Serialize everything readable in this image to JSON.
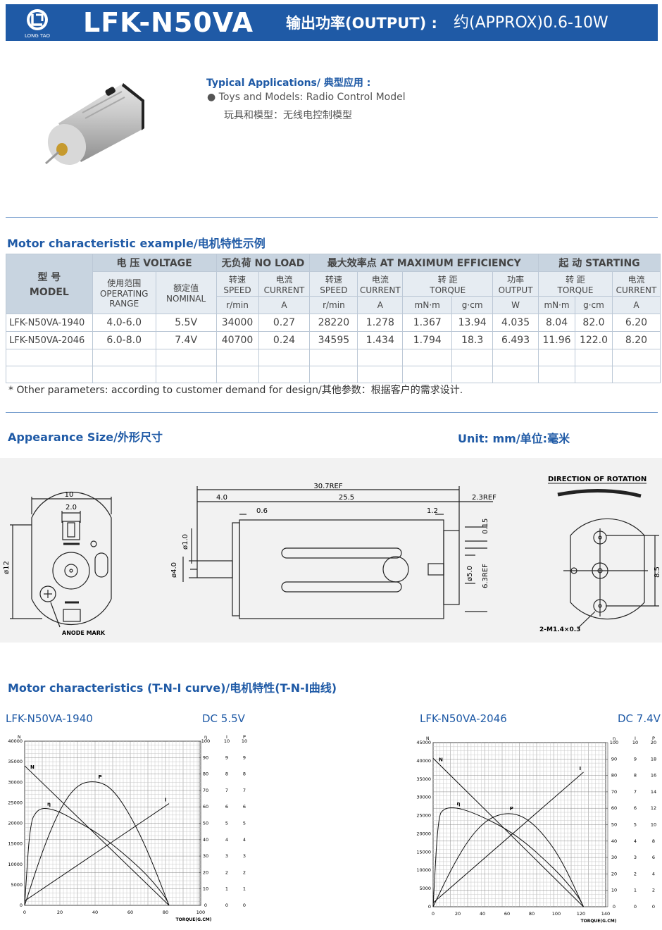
{
  "header": {
    "logo_text": "LONG TAO",
    "model": "LFK-N50VA",
    "output_label": "输出功率(OUTPUT) :",
    "output_value": "约(APPROX)0.6-10W"
  },
  "applications": {
    "title": "Typical Applications/ 典型应用 :",
    "items": [
      {
        "en": "Toys and Models: Radio Control Model",
        "cn": "玩具和模型：无线电控制模型"
      }
    ]
  },
  "characteristics": {
    "title": "Motor characteristic example/电机特性示例",
    "headers": {
      "model": "型 号",
      "model_en": "MODEL",
      "voltage": "电 压 VOLTAGE",
      "voltage_range_cn": "使用范围",
      "voltage_range_en1": "OPERATING",
      "voltage_range_en2": "RANGE",
      "voltage_nominal_cn": "额定值",
      "voltage_nominal_en": "NOMINAL",
      "noload": "无负荷 NO LOAD",
      "max_eff": "最大效率点 AT MAXIMUM EFFICIENCY",
      "starting": "起 动 STARTING",
      "speed_cn": "转速",
      "speed_en": "SPEED",
      "current_cn": "电流",
      "current_en": "CURRENT",
      "torque_cn": "转 距",
      "torque_en": "TORQUE",
      "output_cn": "功率",
      "output_en": "OUTPUT",
      "unit_rpm": "r/min",
      "unit_a": "A",
      "unit_mnm": "mN·m",
      "unit_gcm": "g·cm",
      "unit_w": "W"
    },
    "rows": [
      {
        "model": "LFK-N50VA-1940",
        "range": "4.0-6.0",
        "nominal": "5.5V",
        "nl_speed": "34000",
        "nl_current": "0.27",
        "me_speed": "28220",
        "me_current": "1.278",
        "me_torque_mnm": "1.367",
        "me_torque_gcm": "13.94",
        "me_output": "4.035",
        "st_torque_mnm": "8.04",
        "st_torque_gcm": "82.0",
        "st_current": "6.20"
      },
      {
        "model": "LFK-N50VA-2046",
        "range": "6.0-8.0",
        "nominal": "7.4V",
        "nl_speed": "40700",
        "nl_current": "0.24",
        "me_speed": "34595",
        "me_current": "1.434",
        "me_torque_mnm": "1.794",
        "me_torque_gcm": "18.3",
        "me_output": "6.493",
        "st_torque_mnm": "11.96",
        "st_torque_gcm": "122.0",
        "st_current": "8.20"
      }
    ],
    "note": "* Other parameters: according to customer demand for design/其他参数：根据客户的需求设计."
  },
  "appearance": {
    "title": "Appearance Size/外形尺寸",
    "unit": "Unit: mm/单位:毫米",
    "front": {
      "d10": "10",
      "d2": "2.0",
      "d12": "ø12",
      "anode": "ANODE MARK"
    },
    "side": {
      "total": "30.7REF",
      "shaft": "4.0",
      "body": "25.5",
      "d06": "0.6",
      "d12": "1.2",
      "d23": "2.3REF",
      "d015": "0.15",
      "d1": "ø1.0",
      "d4": "ø4.0",
      "d5": "ø5.0",
      "d63": "6.3REF"
    },
    "rear": {
      "rotation": "DIRECTION OF ROTATION",
      "d85": "8.5",
      "screw": "2-M1.4×0.3"
    }
  },
  "curves": {
    "title": "Motor characteristics (T-N-I curve)/电机特性(T-N-I曲线)",
    "axis_labels": {
      "n": "N",
      "eta": "η",
      "i": "I",
      "p": "P",
      "torque": "TORQUE(G.CM)"
    },
    "left": {
      "model": "LFK-N50VA-1940",
      "voltage": "DC 5.5V"
    },
    "right": {
      "model": "LFK-N50VA-2046",
      "voltage": "DC 7.4V"
    }
  },
  "chart_data": [
    {
      "type": "line",
      "title": "LFK-N50VA-1940",
      "xlabel": "TORQUE(G.CM)",
      "xlim": [
        0,
        100
      ],
      "x_ticks": [
        0,
        20,
        40,
        60,
        80,
        100
      ],
      "y_axes": {
        "N": {
          "lim": [
            0,
            40000
          ],
          "ticks": [
            0,
            5000,
            10000,
            15000,
            20000,
            25000,
            30000,
            35000,
            40000
          ]
        },
        "η": {
          "lim": [
            0,
            100
          ],
          "ticks": [
            0,
            10,
            20,
            30,
            40,
            50,
            60,
            70,
            80,
            90,
            100
          ]
        },
        "I": {
          "lim": [
            0,
            10
          ],
          "ticks": [
            0,
            1,
            2,
            3,
            4,
            5,
            6,
            7,
            8,
            9,
            10
          ]
        },
        "P": {
          "lim": [
            0,
            10
          ],
          "ticks": [
            0,
            1,
            2,
            3,
            4,
            5,
            6,
            7,
            8,
            9,
            10
          ]
        }
      },
      "series": [
        {
          "name": "N",
          "axis": "N",
          "x": [
            0,
            82
          ],
          "y": [
            34000,
            0
          ]
        },
        {
          "name": "I",
          "axis": "I",
          "x": [
            0,
            82
          ],
          "y": [
            0.27,
            6.2
          ]
        },
        {
          "name": "P",
          "axis": "P",
          "x": [
            0,
            10,
            20,
            30,
            41,
            50,
            60,
            70,
            82
          ],
          "y": [
            0,
            3.3,
            5.9,
            7.4,
            7.6,
            7.1,
            5.5,
            3.3,
            0
          ]
        },
        {
          "name": "η",
          "axis": "η",
          "x": [
            0,
            3,
            7,
            12,
            20,
            30,
            40,
            50,
            60,
            70,
            80,
            82
          ],
          "y": [
            0,
            50,
            58,
            59.5,
            57,
            51,
            45,
            37,
            28,
            18,
            5,
            0
          ]
        }
      ]
    },
    {
      "type": "line",
      "title": "LFK-N50VA-2046",
      "xlabel": "TORQUE(G.CM)",
      "xlim": [
        0,
        140
      ],
      "x_ticks": [
        0,
        20,
        40,
        60,
        80,
        100,
        120,
        140
      ],
      "y_axes": {
        "N": {
          "lim": [
            0,
            45000
          ],
          "ticks": [
            0,
            5000,
            10000,
            15000,
            20000,
            25000,
            30000,
            35000,
            40000,
            45000
          ]
        },
        "η": {
          "lim": [
            0,
            100
          ],
          "ticks": [
            0,
            10,
            20,
            30,
            40,
            50,
            60,
            70,
            80,
            90,
            100
          ]
        },
        "I": {
          "lim": [
            0,
            10
          ],
          "ticks": [
            0,
            1,
            2,
            3,
            4,
            5,
            6,
            7,
            8,
            9,
            10
          ]
        },
        "P": {
          "lim": [
            0,
            20
          ],
          "ticks": [
            0,
            2,
            4,
            6,
            8,
            10,
            12,
            14,
            16,
            18,
            20
          ]
        }
      },
      "series": [
        {
          "name": "N",
          "axis": "N",
          "x": [
            0,
            122
          ],
          "y": [
            40700,
            0
          ]
        },
        {
          "name": "I",
          "axis": "I",
          "x": [
            0,
            122
          ],
          "y": [
            0.24,
            8.2
          ]
        },
        {
          "name": "P",
          "axis": "P",
          "x": [
            0,
            15,
            30,
            45,
            61,
            75,
            90,
            105,
            122
          ],
          "y": [
            0,
            4.7,
            8.5,
            10.8,
            11.5,
            10.9,
            8.8,
            5.5,
            0
          ]
        },
        {
          "name": "η",
          "axis": "η",
          "x": [
            0,
            4,
            9,
            18,
            30,
            45,
            60,
            75,
            90,
            105,
            118,
            122
          ],
          "y": [
            0,
            55,
            60,
            60.5,
            58,
            53,
            47,
            39,
            29,
            18,
            6,
            0
          ]
        }
      ]
    }
  ]
}
